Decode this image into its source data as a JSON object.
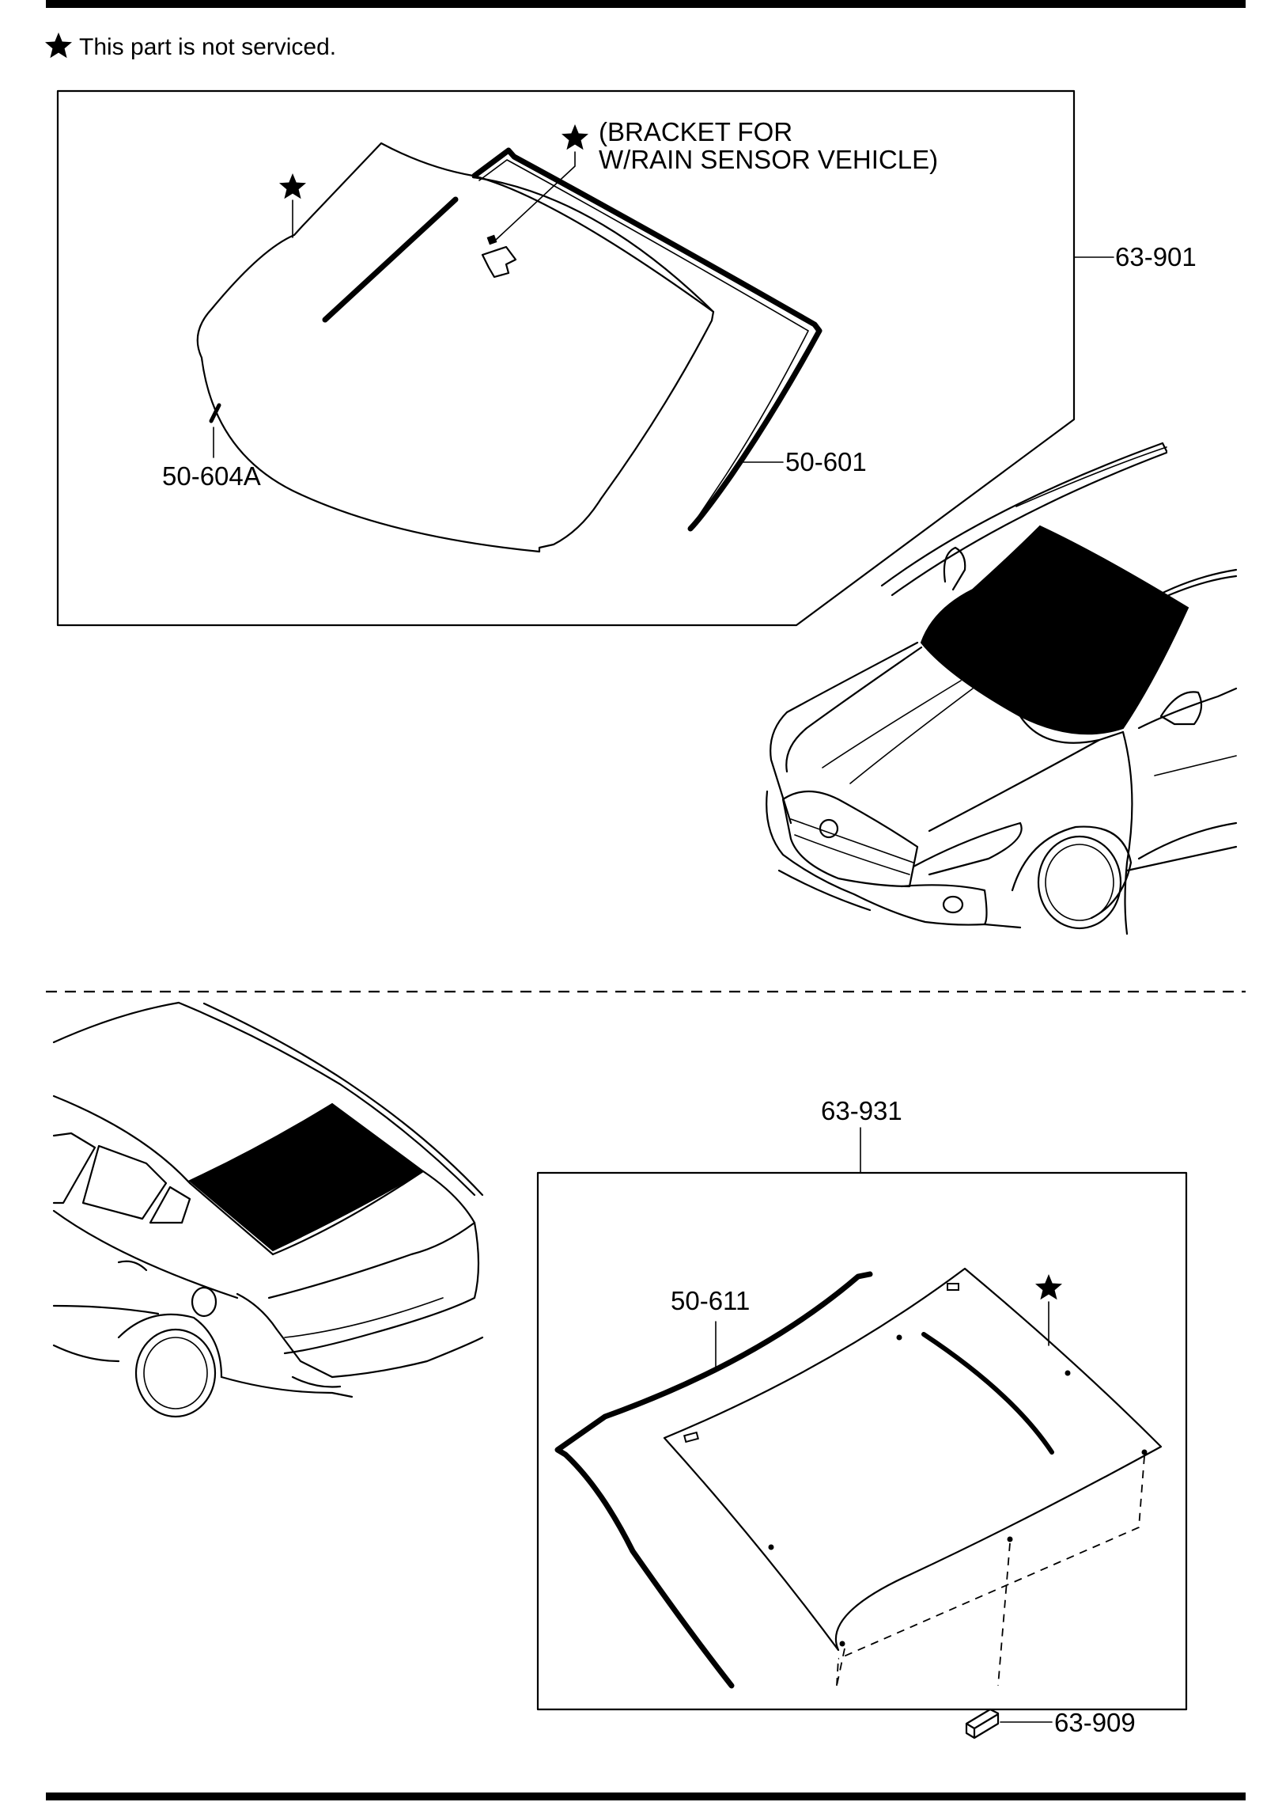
{
  "note": {
    "icon": "star-icon",
    "text": "This part is not serviced."
  },
  "windshield_panel": {
    "part_number": "63-901",
    "bracket_note_line1": "(BRACKET FOR",
    "bracket_note_line2": "W/RAIN SENSOR VEHICLE)",
    "callouts": {
      "molding_side": "50-604A",
      "molding_upper": "50-601"
    }
  },
  "rear_window_panel": {
    "part_number": "63-931",
    "callouts": {
      "molding": "50-611",
      "fastener": "63-909"
    }
  },
  "colors": {
    "ink": "#000000",
    "paper": "#ffffff"
  }
}
